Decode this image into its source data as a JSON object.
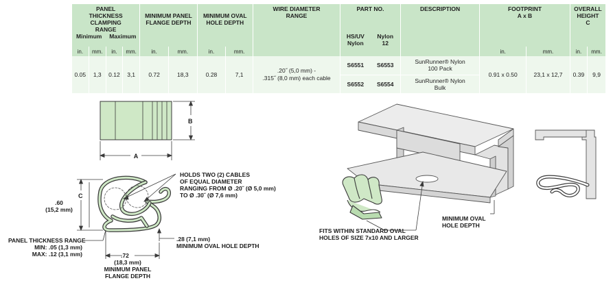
{
  "table": {
    "col_headers": {
      "panel_thickness": "PANEL THICKNESS CLAMPING RANGE",
      "min_flange": "MINIMUM PANEL FLANGE DEPTH",
      "min_oval": "MINIMUM OVAL HOLE DEPTH",
      "wire_range": "WIRE DIAMETER RANGE",
      "part_no": "PART NO.",
      "description": "DESCRIPTION",
      "footprint": "FOOTPRINT",
      "footprint_sub": "A x B",
      "overall_height": "OVERALL HEIGHT",
      "overall_height_sub": "C"
    },
    "sub_headers": {
      "minimum": "Minimum",
      "maximum": "Maximum",
      "hsuv": "HS/UV",
      "hsuv2": "Nylon",
      "nylon12": "Nylon",
      "nylon12b": "12",
      "in": "in.",
      "mm": "mm."
    },
    "values": {
      "min_in": "0.05",
      "min_mm": "1,3",
      "max_in": "0.12",
      "max_mm": "3,1",
      "flange_in": "0.72",
      "flange_mm": "18,3",
      "oval_in": "0.28",
      "oval_mm": "7,1",
      "wire_line1": ".20˝ (5,0 mm) -",
      "wire_line2": ".315˝ (8,0 mm) each cable",
      "part_hsuv_1": "S6551",
      "part_n12_1": "S6553",
      "part_hsuv_2": "S6552",
      "part_n12_2": "S6554",
      "desc_1a": "SunRunner® Nylon",
      "desc_1b": "100 Pack",
      "desc_2a": "SunRunner® Nylon",
      "desc_2b": "Bulk",
      "foot_in": "0.91 x 0.50",
      "foot_mm": "23,1 x 12,7",
      "height_in": "0.39",
      "height_mm": "9,9"
    }
  },
  "drawing": {
    "dim_b": "B",
    "dim_a": "A",
    "dim_c": "C",
    "holds_1": "HOLDS TWO (2) CABLES",
    "holds_2": "OF EQUAL DIAMETER",
    "holds_3": "RANGING FROM Ø .20˝ (Ø 5,0 mm)",
    "holds_4": "TO Ø .30˝ (Ø 7,6 mm)",
    "height_1": ".60",
    "height_2": "(15,2 mm)",
    "oval_1": ".28 (7,1 mm)",
    "oval_2": "MINIMUM OVAL HOLE DEPTH",
    "panel_1": "PANEL THICKNESS RANGE",
    "panel_2": "MIN: .05 (1,3 mm)",
    "panel_3": "MAX: .12 (3,1 mm)",
    "flange_1": ".72",
    "flange_2": "(18,3 mm)",
    "flange_3": "MINIMUM PANEL",
    "flange_4": "FLANGE DEPTH",
    "fits_1": "FITS WITHIN STANDARD OVAL",
    "fits_2": "HOLES OF SIZE 7x10 AND LARGER",
    "mohd_1": "MINIMUM OVAL",
    "mohd_2": "HOLE DEPTH"
  },
  "colors": {
    "header_green": "#c9e5c8",
    "row_green": "#eef7ed",
    "part_green": "#cfe8c6",
    "rail_gray": "#e4e4e4"
  }
}
